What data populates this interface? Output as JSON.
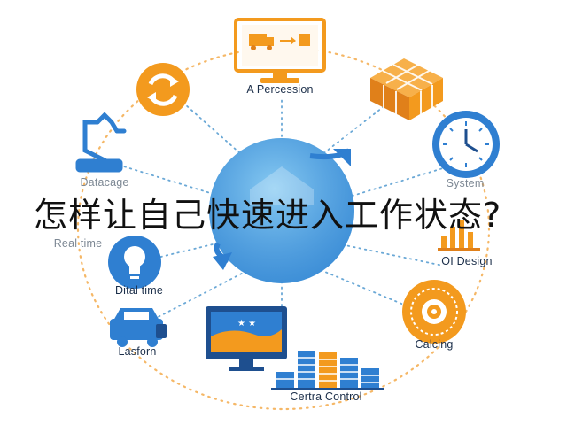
{
  "headline": "怎样让自己快速进入工作状态?",
  "diagram": {
    "hub": {
      "icon": "house-cycle-icon"
    },
    "nodes": [
      {
        "id": "monitor-top",
        "label": "A Percession",
        "icon": "delivery-monitor-icon"
      },
      {
        "id": "sync",
        "label": "",
        "icon": "sync-arrows-icon"
      },
      {
        "id": "blocks",
        "label": "",
        "icon": "cube-blocks-icon"
      },
      {
        "id": "datacage",
        "label": "Datacage",
        "icon": "robot-arm-icon"
      },
      {
        "id": "system",
        "label": "System",
        "icon": "clock-icon"
      },
      {
        "id": "realtime",
        "label": "Real time",
        "icon": ""
      },
      {
        "id": "oidesign",
        "label": "OI Design",
        "icon": "bar-chart-icon"
      },
      {
        "id": "dital",
        "label": "Dital time",
        "icon": "lightbulb-icon"
      },
      {
        "id": "calcing",
        "label": "Calcing",
        "icon": "gear-dial-icon"
      },
      {
        "id": "lasforn",
        "label": "Lasforn",
        "icon": "car-icon"
      },
      {
        "id": "screen",
        "label": "",
        "icon": "screen-monitor-icon"
      },
      {
        "id": "control",
        "label": "Certra Control",
        "icon": "stacked-coins-icon"
      }
    ]
  },
  "colors": {
    "orange": "#f39a1e",
    "orange_dark": "#e0801a",
    "blue": "#2f7fd1",
    "blue_light": "#5fb2e8",
    "navy": "#1e4f8f",
    "ring_dots": "#f5b766",
    "spoke_dots": "#6aa8d6"
  }
}
